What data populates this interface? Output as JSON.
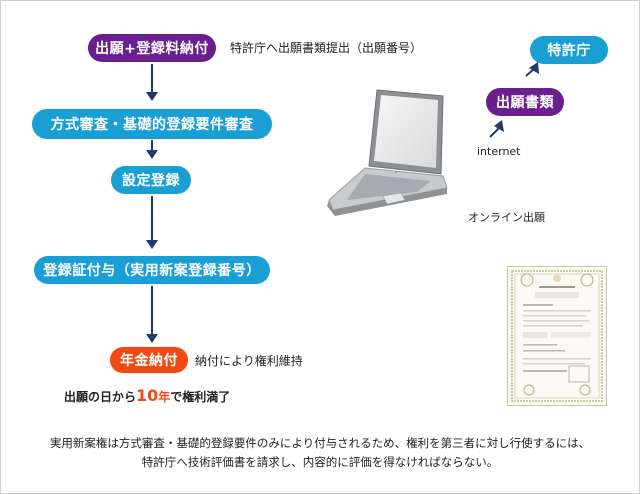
{
  "flow": {
    "step1": "出願+登録料納付",
    "step1_note": "特許庁へ出願書類提出（出願番号）",
    "step2": "方式審査・基礎的登録要件審査",
    "step3": "設定登録",
    "step4": "登録証付与（実用新案登録番号）",
    "step5": "年金納付",
    "step5_note": "納付により権利維持"
  },
  "limit": {
    "prefix": "出願の日から",
    "years": "10",
    "year_unit": "年",
    "suffix": "で権利満了"
  },
  "online": {
    "office": "特許庁",
    "documents": "出願書類",
    "internet": "internet",
    "label": "オンライン出願"
  },
  "footer": {
    "line1": "実用新案権は方式審査・基礎的登録要件のみにより付与されるため、権利を第三者に対し行使するには、",
    "line2": "特許庁へ技術評価書を請求し、内容的に評価を得なければならない。"
  },
  "colors": {
    "purple": "#6a1f8f",
    "blue": "#1a9fd5",
    "red": "#f04a12",
    "arrow": "#1f3a6b"
  }
}
